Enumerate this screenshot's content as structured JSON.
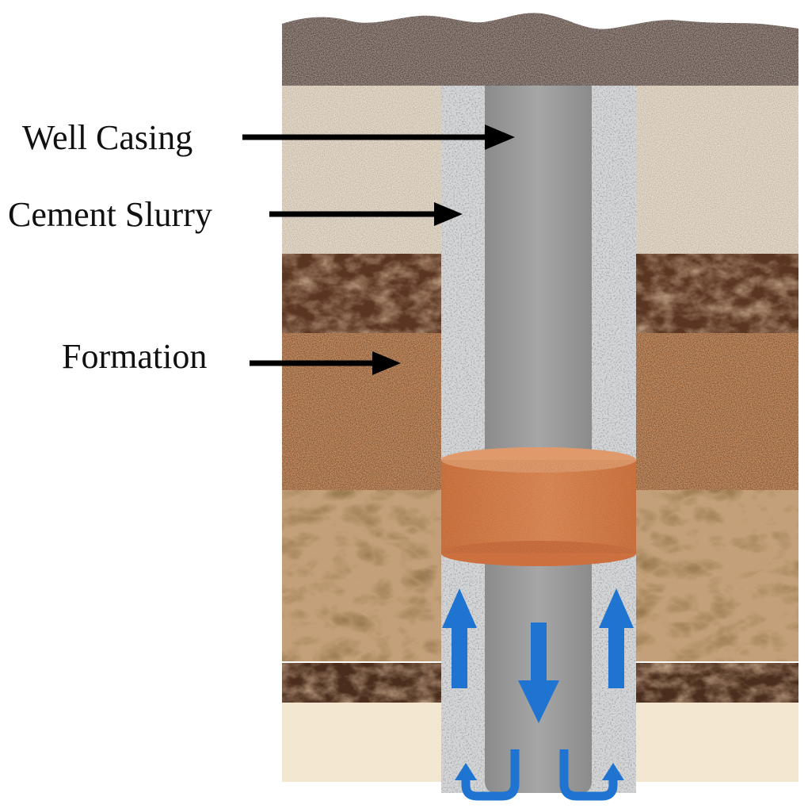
{
  "labels": {
    "well_casing": "Well Casing",
    "cement_slurry": "Cement Slurry",
    "formation": "Formation"
  },
  "colors": {
    "topsoil": "#9c8a82",
    "light_sand": "#e8dccb",
    "dark_rock": "#5a3522",
    "orange_sand": "#c98e61",
    "crumpled_rock": "#c4a07a",
    "dark_band": "#4a2d1c",
    "bottom_sand": "#f4e7d1",
    "cement": "#d4d6d8",
    "casing": "#9a9a9a",
    "plug": "#d8804a",
    "flow_arrow": "#1e74d0",
    "label_arrow": "#000000"
  },
  "icons": {
    "flow_up": "arrow-up-icon",
    "flow_down": "arrow-down-icon",
    "flow_return": "u-turn-arrow-icon"
  }
}
